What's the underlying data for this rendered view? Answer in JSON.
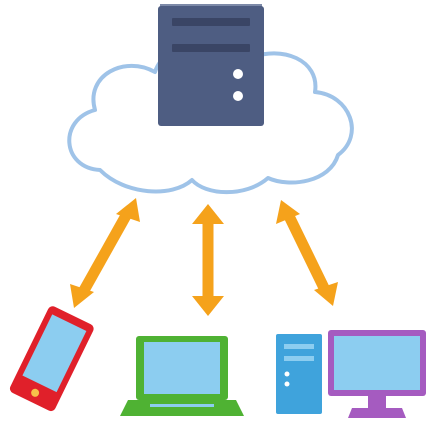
{
  "diagram": {
    "nodes": [
      {
        "id": "cloud-server",
        "icon": "cloud-server-icon"
      },
      {
        "id": "smartphone",
        "icon": "smartphone-icon"
      },
      {
        "id": "laptop",
        "icon": "laptop-icon"
      },
      {
        "id": "desktop-pc",
        "icon": "desktop-pc-icon"
      }
    ],
    "edges": [
      {
        "from": "cloud-server",
        "to": "smartphone",
        "direction": "both"
      },
      {
        "from": "cloud-server",
        "to": "laptop",
        "direction": "both"
      },
      {
        "from": "cloud-server",
        "to": "desktop-pc",
        "direction": "both"
      }
    ]
  },
  "colors": {
    "cloud_stroke": "#9fc3e8",
    "server_body": "#4e5d82",
    "server_top": "#7d8aa8",
    "server_slot": "#3a4565",
    "arrow": "#f5a21b",
    "phone_body": "#e0202a",
    "phone_screen": "#8ccdf0",
    "laptop_body": "#4fb233",
    "laptop_screen": "#8ccdf0",
    "desktop_tower": "#3fa3dc",
    "monitor_frame": "#a55bc0",
    "monitor_screen": "#8ccdf0"
  }
}
